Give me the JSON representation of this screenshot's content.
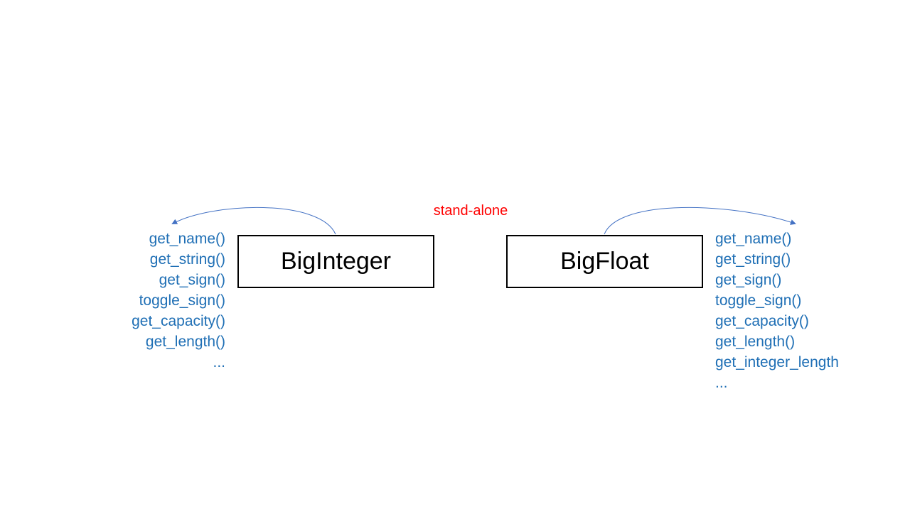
{
  "diagram": {
    "relation_label": "stand-alone",
    "classes": [
      {
        "name": "BigInteger",
        "methods": [
          "get_name()",
          "get_string()",
          "get_sign()",
          "toggle_sign()",
          "get_capacity()",
          "get_length()",
          "..."
        ]
      },
      {
        "name": "BigFloat",
        "methods": [
          "get_name()",
          "get_string()",
          "get_sign()",
          "toggle_sign()",
          "get_capacity()",
          "get_length()",
          "get_integer_length",
          "..."
        ]
      }
    ]
  },
  "colors": {
    "label_red": "#ff0000",
    "method_blue": "#1f6fb5",
    "arrow_blue": "#4472c4",
    "box_border": "#000000"
  }
}
